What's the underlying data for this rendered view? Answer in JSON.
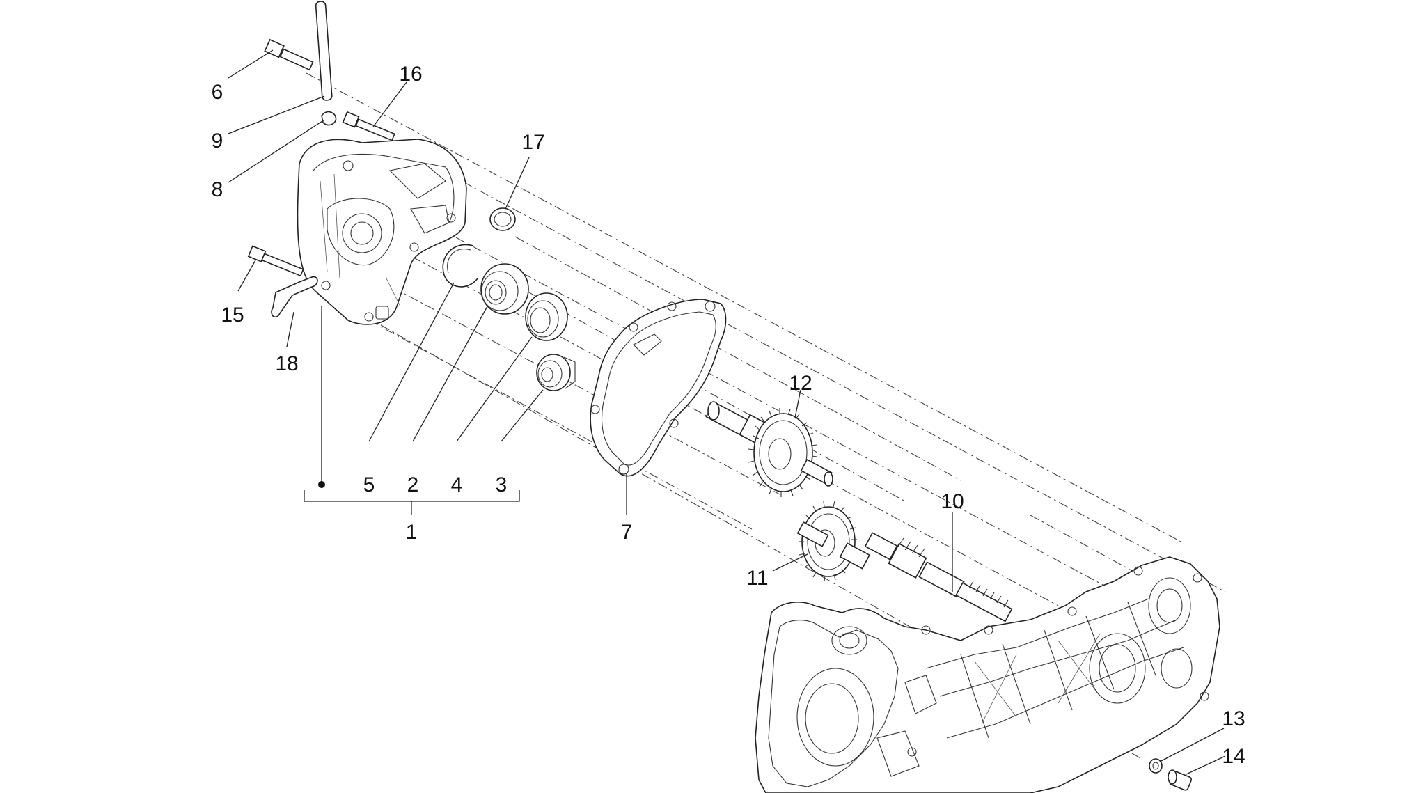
{
  "diagram": {
    "callouts": [
      {
        "id": "1",
        "text": "1"
      },
      {
        "id": "2",
        "text": "2"
      },
      {
        "id": "3",
        "text": "3"
      },
      {
        "id": "4",
        "text": "4"
      },
      {
        "id": "5",
        "text": "5"
      },
      {
        "id": "6",
        "text": "6"
      },
      {
        "id": "7",
        "text": "7"
      },
      {
        "id": "8",
        "text": "8"
      },
      {
        "id": "9",
        "text": "9"
      },
      {
        "id": "10",
        "text": "10"
      },
      {
        "id": "11",
        "text": "11"
      },
      {
        "id": "12",
        "text": "12"
      },
      {
        "id": "13",
        "text": "13"
      },
      {
        "id": "14",
        "text": "14"
      },
      {
        "id": "15",
        "text": "15"
      },
      {
        "id": "16",
        "text": "16"
      },
      {
        "id": "17",
        "text": "17"
      },
      {
        "id": "18",
        "text": "18"
      }
    ]
  }
}
